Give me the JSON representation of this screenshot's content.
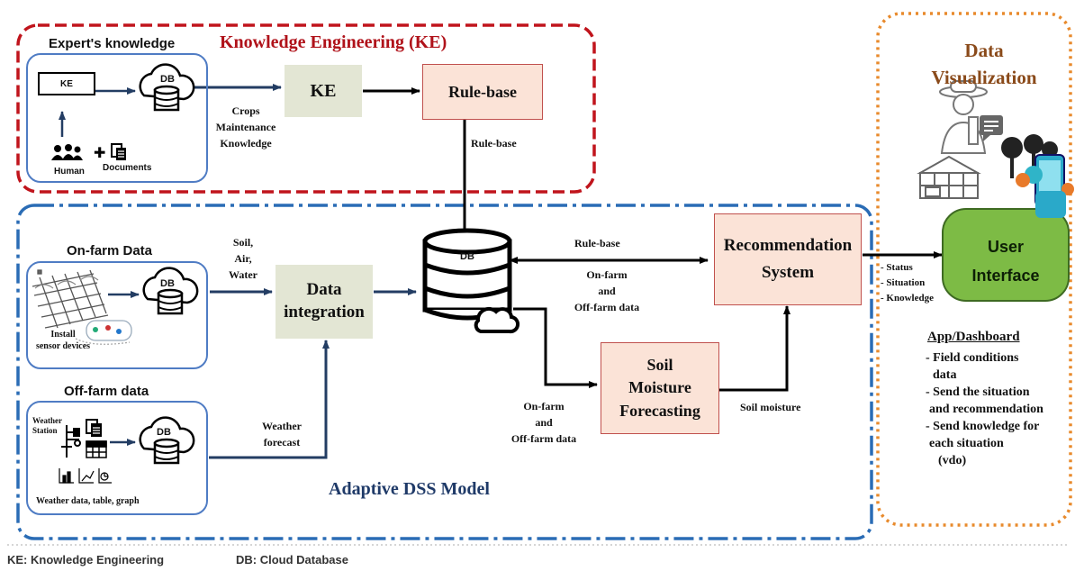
{
  "sections": {
    "ke_title": "Knowledge Engineering (KE)",
    "dss_title": "Adaptive DSS Model",
    "viz_title_line1": "Data",
    "viz_title_line2": "Visualization"
  },
  "expert": {
    "title": "Expert's knowledge",
    "ke_box": "KE",
    "db": "DB",
    "human": "Human",
    "documents": "Documents"
  },
  "onfarm": {
    "title": "On-farm Data",
    "db": "DB",
    "caption_line1": "Install",
    "caption_line2": "sensor devices"
  },
  "offfarm": {
    "title": "Off-farm data",
    "db": "DB",
    "weather_station_line1": "Weather",
    "weather_station_line2": "Station",
    "caption": "Weather data, table, graph"
  },
  "nodes": {
    "ke": "KE",
    "rule_base": "Rule-base",
    "data_integration_line1": "Data",
    "data_integration_line2": "integration",
    "central_db": "DB",
    "recommendation_line1": "Recommendation",
    "recommendation_line2": "System",
    "soil_line1": "Soil",
    "soil_line2": "Moisture",
    "soil_line3": "Forecasting",
    "ui_line1": "User",
    "ui_line2": "Interface"
  },
  "edge_labels": {
    "crops_line1": "Crops",
    "crops_line2": "Maintenance",
    "crops_line3": "Knowledge",
    "rule_base_down": "Rule-base",
    "soil_air_water_line1": "Soil,",
    "soil_air_water_line2": "Air,",
    "soil_air_water_line3": "Water",
    "weather_line1": "Weather",
    "weather_line2": "forecast",
    "rule_base_rec": "Rule-base",
    "onoff_rec_line1": "On-farm",
    "onoff_rec_line2": "and",
    "onoff_rec_line3": "Off-farm data",
    "onoff_soil_line1": "On-farm",
    "onoff_soil_line2": "and",
    "onoff_soil_line3": "Off-farm data",
    "soil_moisture": "Soil moisture",
    "status": "- Status",
    "situation": "- Situation",
    "knowledge": "- Knowledge"
  },
  "dashboard": {
    "title": "App/Dashboard",
    "item1_line1": "- Field conditions",
    "item1_line2": "data",
    "item2_line1": "- Send the situation",
    "item2_line2": "and recommendation",
    "item3_line1": "- Send knowledge for",
    "item3_line2": "each situation",
    "item3_line3": "(vdo)"
  },
  "footer": {
    "ke_def": "KE: Knowledge Engineering",
    "db_def": "DB: Cloud Database"
  },
  "colors": {
    "ke_frame": "#c0141c",
    "dss_frame": "#2a6cb5",
    "viz_frame": "#e88a2c",
    "ke_title": "#b0121a",
    "dss_title": "#1f3a68",
    "viz_title": "#8a4a1a",
    "arrow": "#233d63",
    "rule_box_fill": "#fbe3d7",
    "rule_box_border": "#c0504d",
    "ke_node_fill": "#e3e6d4",
    "ui_fill": "#7dbb45",
    "panel_border": "#4f7cc4"
  }
}
